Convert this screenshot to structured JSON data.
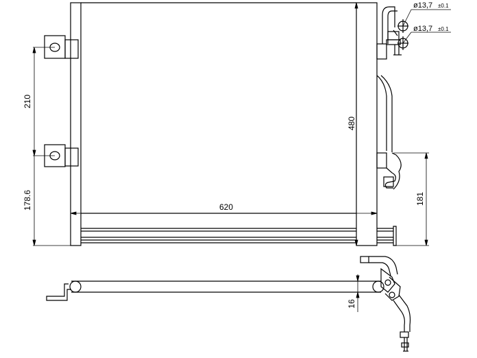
{
  "drawing": {
    "dimensions": {
      "width": "620",
      "height": "480",
      "bracket_spacing": "210",
      "bracket_offset": "178.6",
      "pipe_offset": "181",
      "depth": "16"
    },
    "callouts": {
      "upper_port": {
        "diameter": "ø13,7",
        "tolerance": "±0.1"
      },
      "lower_port": {
        "diameter": "ø13,7",
        "tolerance": "±0.1"
      }
    }
  }
}
